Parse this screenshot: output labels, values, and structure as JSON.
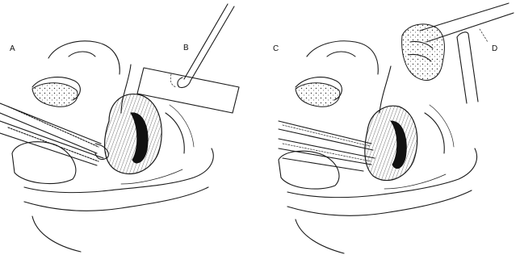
{
  "panel_labels": {
    "a": "A",
    "b": "B",
    "c": "C",
    "d": "D"
  }
}
